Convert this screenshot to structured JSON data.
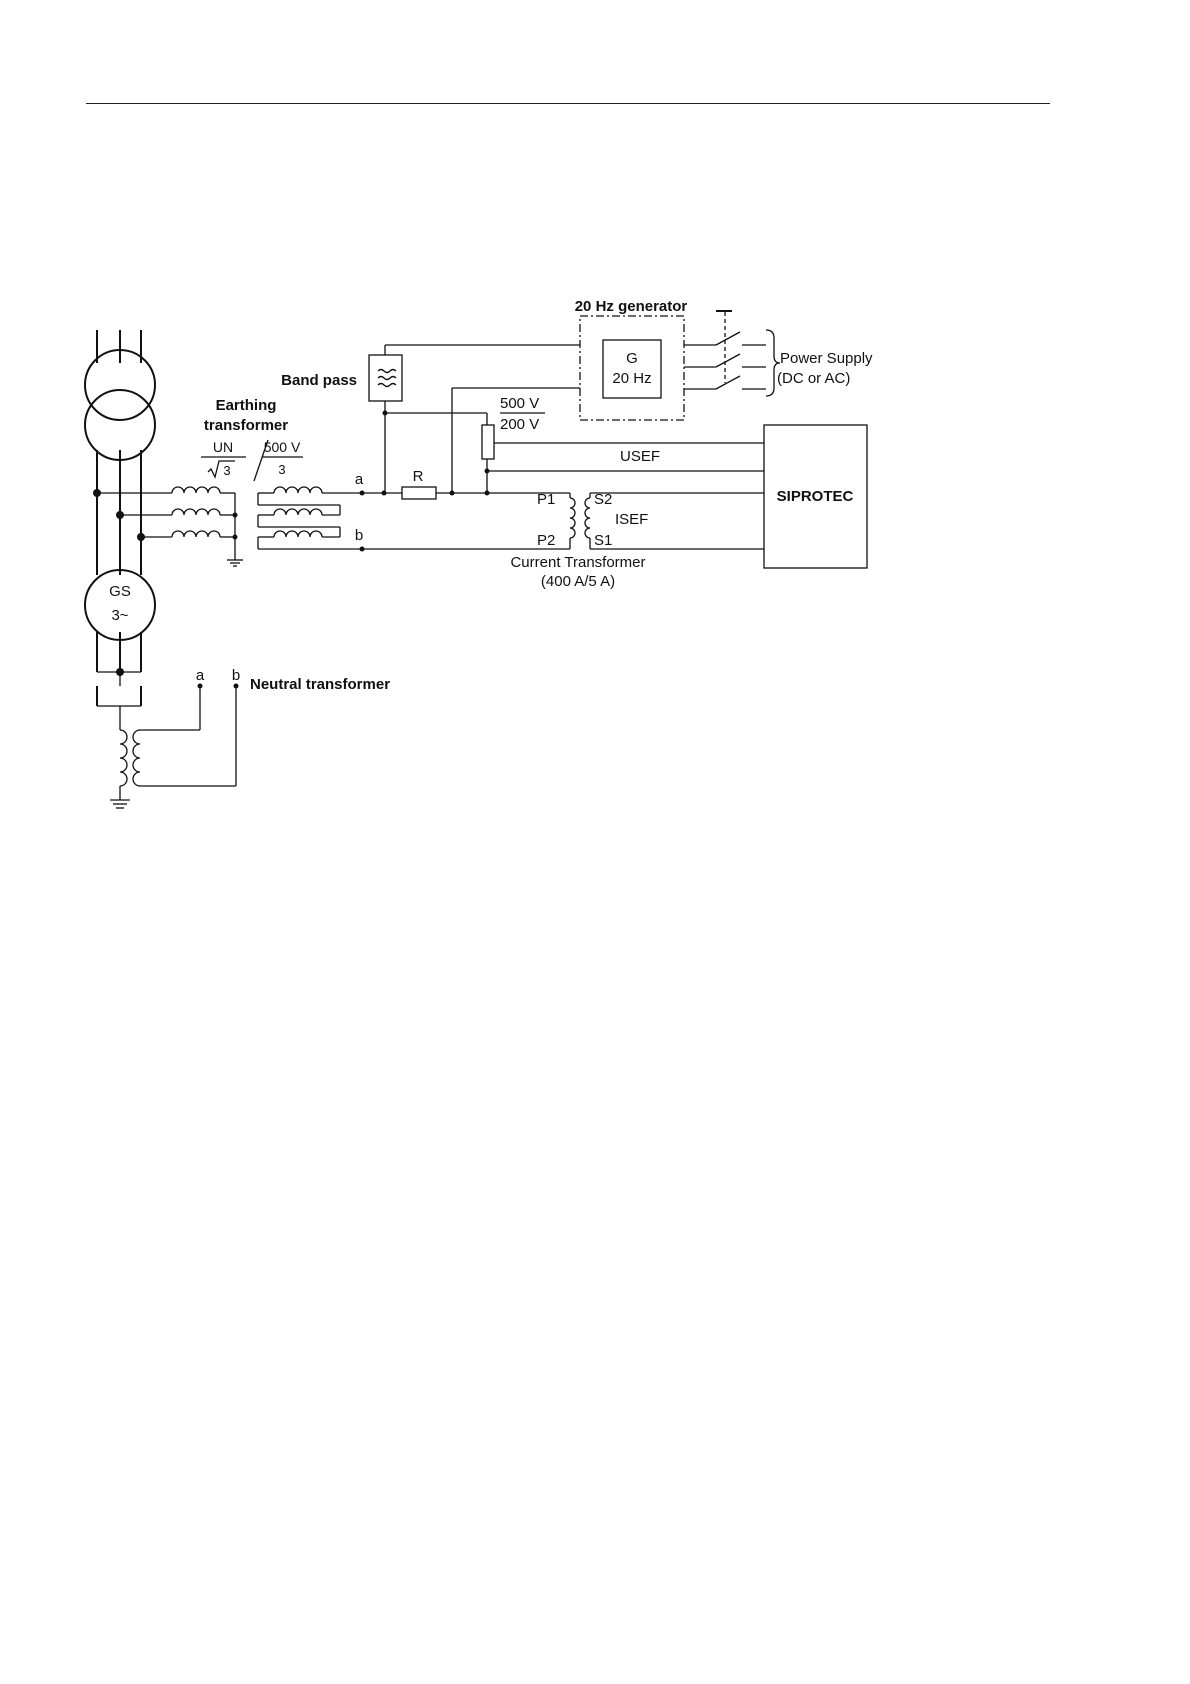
{
  "labels": {
    "generator_title": "20 Hz generator",
    "generator_g": "G",
    "generator_freq": "20 Hz",
    "power_supply_1": "Power Supply",
    "power_supply_2": "(DC or AC)",
    "band_pass": "Band pass",
    "earthing_1": "Earthing",
    "earthing_2": "transformer",
    "ratio_un": "UN",
    "ratio_sqrt": "3",
    "ratio_500": "500 V",
    "ratio_3": "3",
    "divider_top": "500 V",
    "divider_bottom": "200 V",
    "usef": "USEF",
    "terminal_a": "a",
    "terminal_b": "b",
    "resistor": "R",
    "p1": "P1",
    "p2": "P2",
    "s1": "S1",
    "s2": "S2",
    "isef": "ISEF",
    "siprotec": "SIPROTEC",
    "ct_1": "Current Transformer",
    "ct_2": "(400 A/5 A)",
    "gs_1": "GS",
    "gs_2": "3~",
    "neutral_a": "a",
    "neutral_b": "b",
    "neutral_transformer": "Neutral transformer"
  }
}
